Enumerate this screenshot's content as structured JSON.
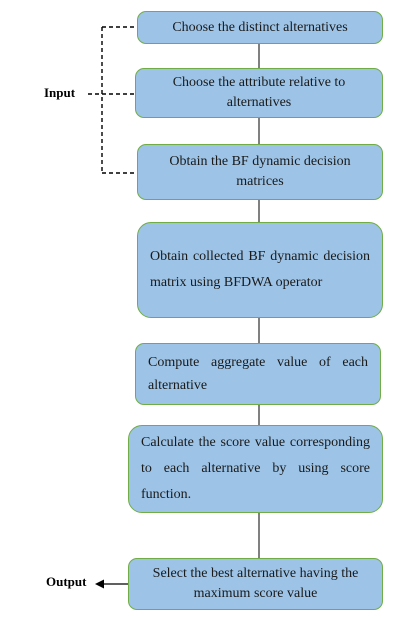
{
  "labels": {
    "input": "Input",
    "output": "Output"
  },
  "steps": [
    "Choose the distinct alternatives",
    "Choose the attribute relative to alternatives",
    "Obtain the BF dynamic decision matrices",
    "Obtain collected BF dynamic decision matrix using BFDWA operator",
    "Compute aggregate value of each alternative",
    "Calculate the score value corresponding to each alternative by using score function.",
    "Select the best alternative having the maximum score value"
  ],
  "colors": {
    "box_fill": "#9dc3e6",
    "box_border": "#70ad47",
    "connector": "#000000"
  }
}
